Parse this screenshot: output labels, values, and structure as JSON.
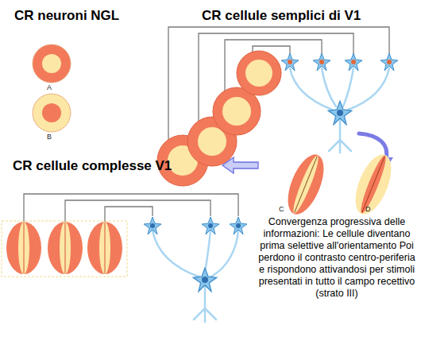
{
  "diagram": {
    "nodes": [
      {
        "text": [
          "A"
        ]
      },
      {
        "text": [
          "B"
        ]
      },
      {
        "text": [
          "C"
        ]
      },
      {
        "text": [
          "D"
        ]
      }
    ],
    "labels": [
      "CR neuroni NGL",
      "CR cellule semplici di V1",
      "CR cellule complesse V1",
      "Convergenza progressiva delle informazioni: Le cellule diventano prima selettive all'orientamento Poi perdono il contrasto centro-periferia e rispondono attivandosi per stimoli presentati in tutto il campo recettivo (strato III)"
    ]
  }
}
